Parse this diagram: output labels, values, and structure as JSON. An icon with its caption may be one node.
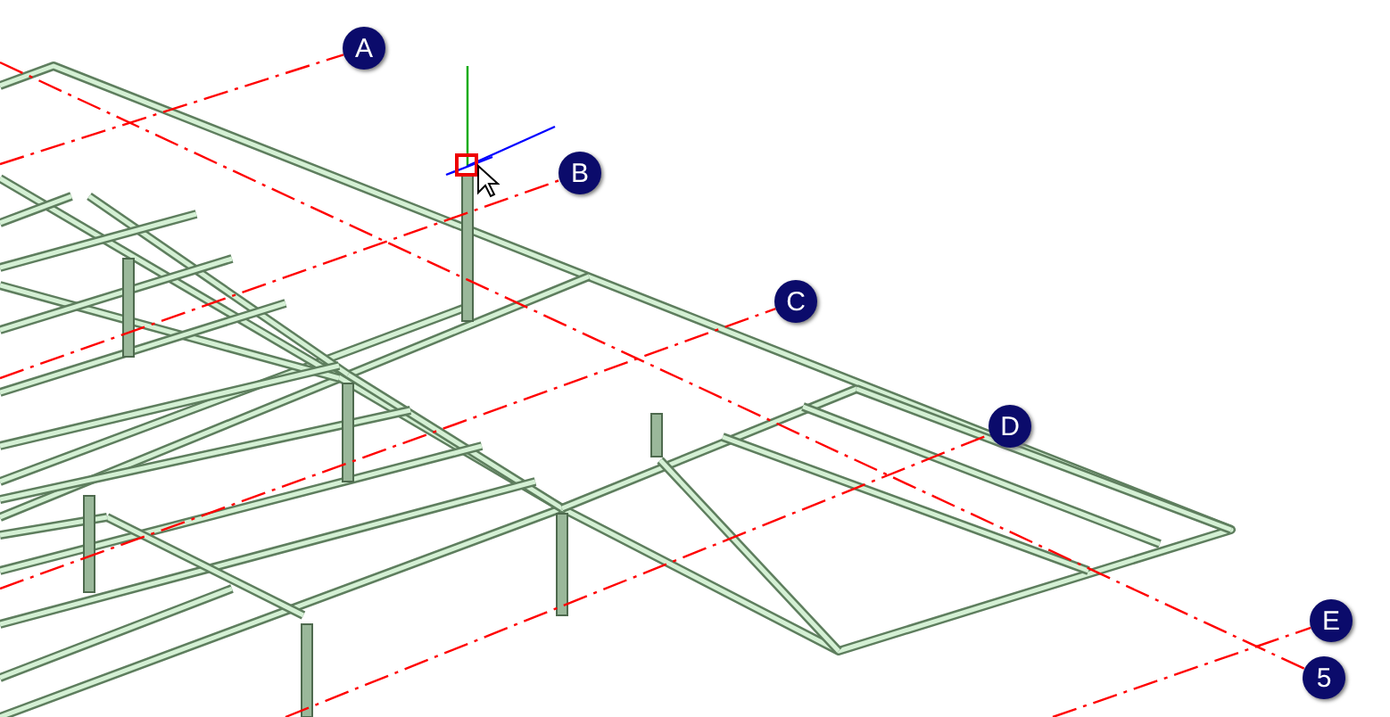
{
  "diagram": {
    "nodes": [
      {
        "text": [
          "A"
        ]
      },
      {
        "text": [
          "B"
        ]
      },
      {
        "text": [
          "C"
        ]
      },
      {
        "text": [
          "D"
        ]
      },
      {
        "text": [
          "E"
        ]
      },
      {
        "text": [
          "5"
        ]
      }
    ],
    "edges": [
      {
        "from": null,
        "to": 0,
        "arrow": "none",
        "style": "dashed",
        "color": "#ff0000"
      },
      {
        "from": null,
        "to": 1,
        "arrow": "none",
        "style": "dashed",
        "color": "#ff0000"
      },
      {
        "from": null,
        "to": 2,
        "arrow": "none",
        "style": "dashed",
        "color": "#ff0000"
      },
      {
        "from": null,
        "to": 3,
        "arrow": "none",
        "style": "dashed",
        "color": "#ff0000"
      },
      {
        "from": null,
        "to": 4,
        "arrow": "none",
        "style": "dashed",
        "color": "#ff0000"
      },
      {
        "from": null,
        "to": 5,
        "arrow": "none",
        "style": "dashed",
        "color": "#ff0000"
      }
    ]
  }
}
